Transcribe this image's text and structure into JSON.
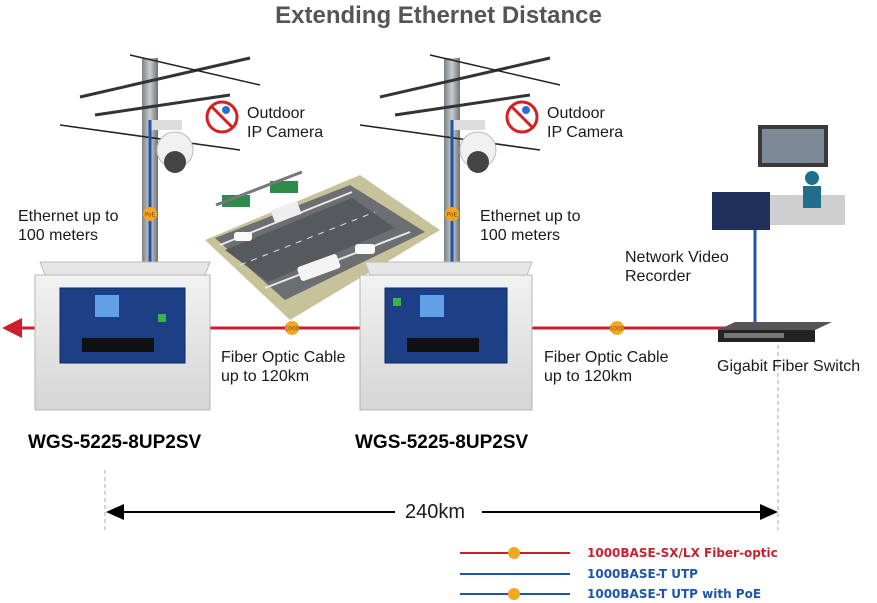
{
  "title": "Extending Ethernet Distance",
  "cameras": [
    {
      "label_line1": "Outdoor",
      "label_line2": "IP Camera"
    },
    {
      "label_line1": "Outdoor",
      "label_line2": "IP Camera"
    }
  ],
  "ethernet": [
    {
      "line1": "Ethernet up to",
      "line2": "100 meters"
    },
    {
      "line1": "Ethernet up to",
      "line2": "100 meters"
    }
  ],
  "fiber": [
    {
      "line1": "Fiber Optic Cable",
      "line2": "up to 120km"
    },
    {
      "line1": "Fiber Optic Cable",
      "line2": "up to 120km"
    }
  ],
  "switch_models": [
    "WGS-5225-8UP2SV",
    "WGS-5225-8UP2SV"
  ],
  "nvr": {
    "line1": "Network Video",
    "line2": "Recorder"
  },
  "gigabit_switch": "Gigabit Fiber Switch",
  "distance": "240km",
  "badges": {
    "fiber": "1000",
    "poe": "PoE"
  },
  "legend": [
    {
      "label": "1000BASE-SX/LX Fiber-optic",
      "color": "#cc1f2d"
    },
    {
      "label": "1000BASE-T UTP",
      "color": "#1e55a8"
    },
    {
      "label": "1000BASE-T UTP with PoE",
      "color": "#1e55a8"
    }
  ],
  "colors": {
    "fiber": "#cc1f2d",
    "utp": "#1e55a8",
    "badge": "#f5a623"
  }
}
